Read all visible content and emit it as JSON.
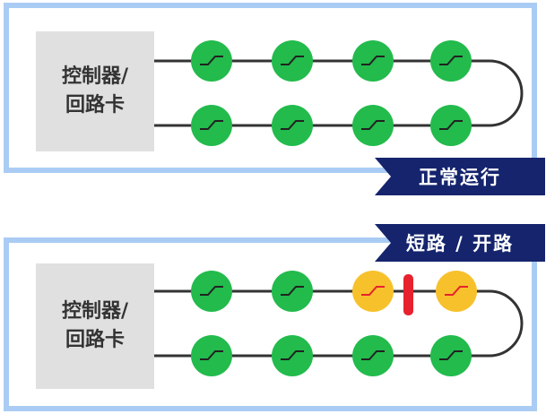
{
  "colors": {
    "panel_border": "#aaccf4",
    "controller_bg": "#e0e0e0",
    "device_normal": "#22bb4c",
    "device_fault": "#f7c12c",
    "fault_mark": "#e8212e",
    "wire": "#333333",
    "ribbon": "#15246d"
  },
  "top_panel": {
    "controller_line1": "控制器/",
    "controller_line2": "回路卡",
    "status_label": "正常运行",
    "devices_upper": [
      "normal",
      "normal",
      "normal",
      "normal"
    ],
    "devices_lower": [
      "normal",
      "normal",
      "normal",
      "normal"
    ]
  },
  "bottom_panel": {
    "controller_line1": "控制器/",
    "controller_line2": "回路卡",
    "status_label": "短路 / 开路",
    "devices_upper": [
      "normal",
      "normal",
      "fault",
      "fault"
    ],
    "devices_lower": [
      "normal",
      "normal",
      "normal",
      "normal"
    ],
    "fault_between_upper": [
      2,
      3
    ]
  }
}
